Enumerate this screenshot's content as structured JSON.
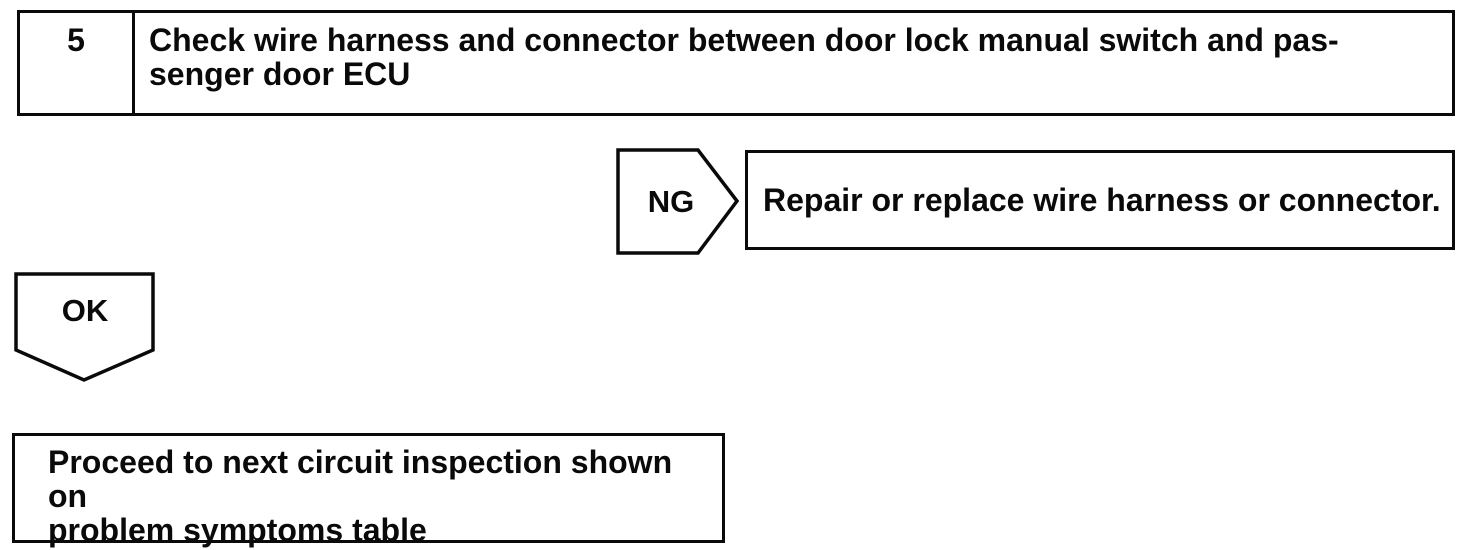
{
  "page": {
    "background_color": "#ffffff",
    "ink_color": "#0a0a0a"
  },
  "flowchart": {
    "step": {
      "number": "5",
      "title_line1": "Check wire harness and connector between door lock manual switch and pas-",
      "title_line2": "senger door ECU"
    },
    "ng_branch": {
      "label": "NG",
      "shape_icon": "pentagon-arrow-right",
      "action": "Repair or replace wire harness or connector."
    },
    "ok_branch": {
      "label": "OK",
      "shape_icon": "pentagon-arrow-down"
    },
    "result": {
      "line1": "Proceed to next circuit inspection shown on",
      "line2": "problem symptoms table"
    }
  }
}
